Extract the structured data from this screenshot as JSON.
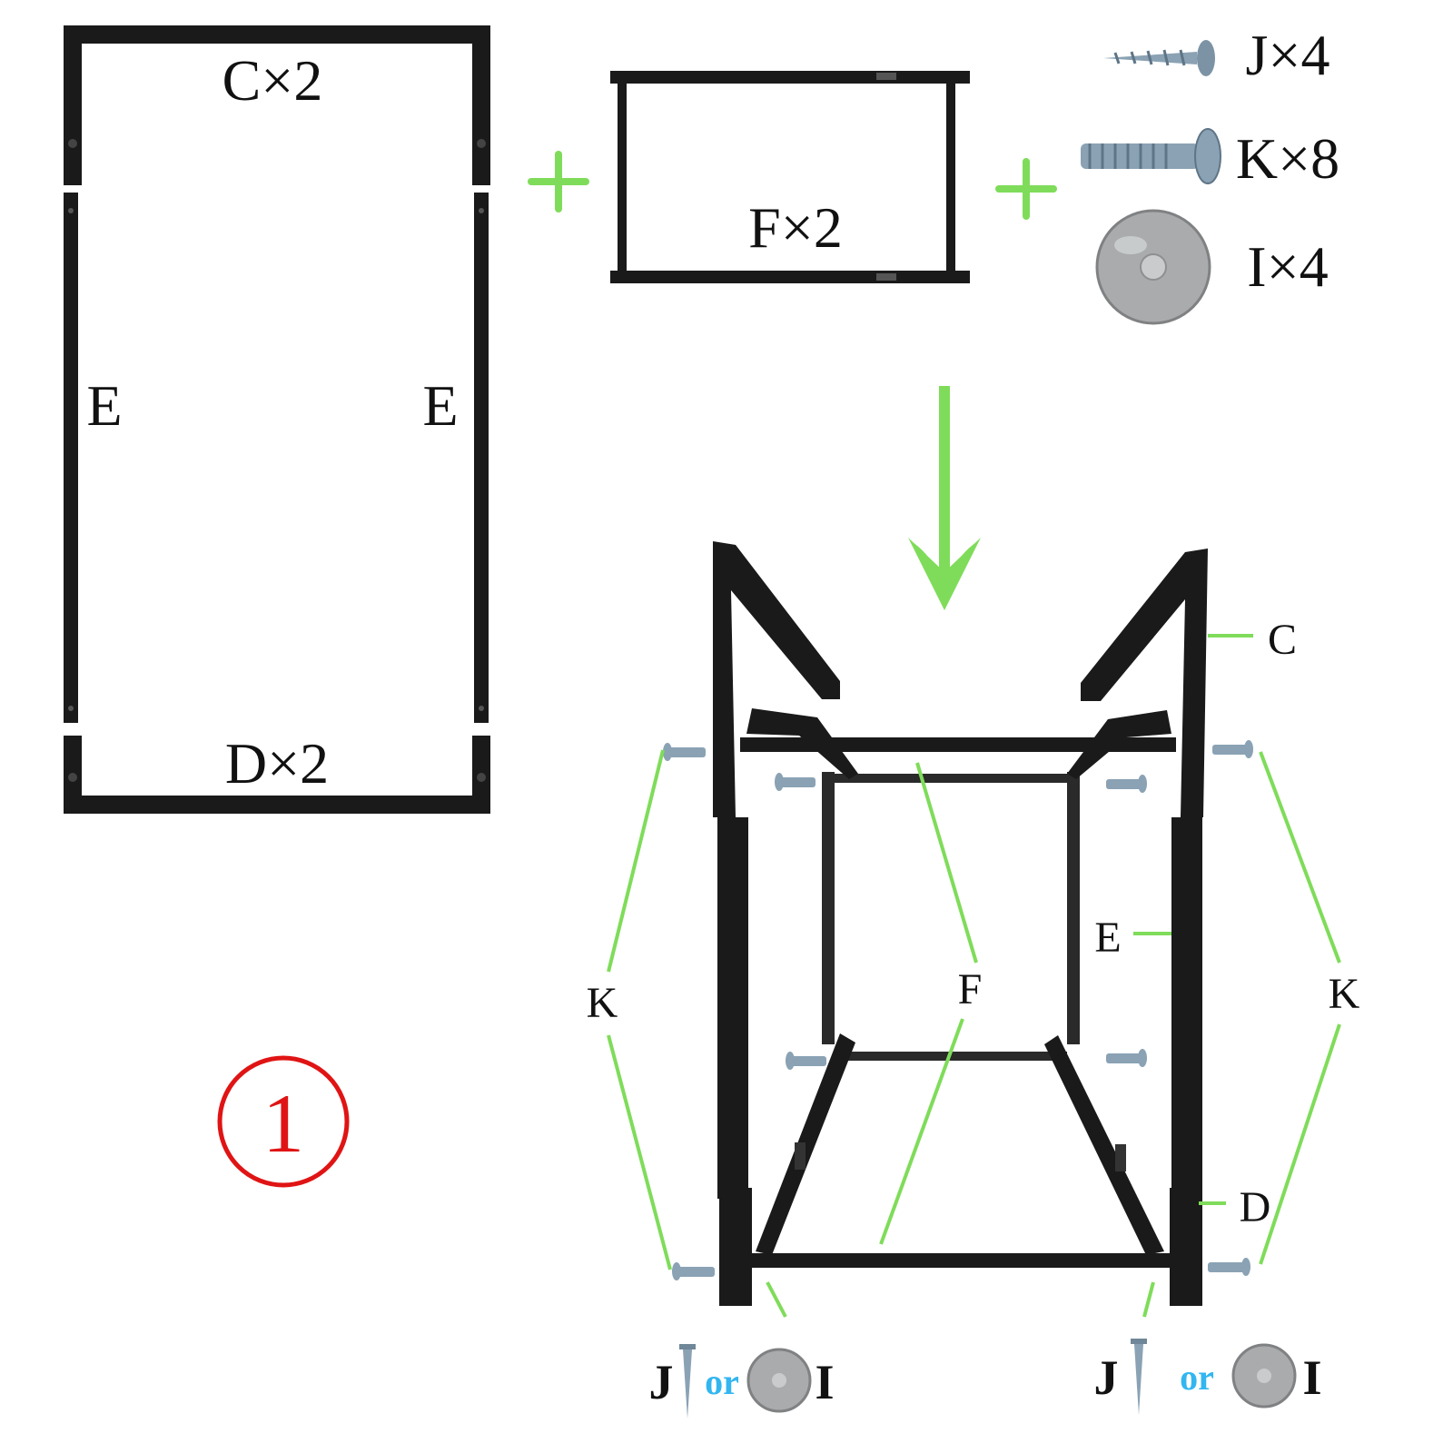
{
  "parts_panel": {
    "frame_top_label": "C×2",
    "frame_left_label": "E",
    "frame_right_label": "E",
    "frame_bottom_label": "D×2",
    "crossbar_label": "F×2"
  },
  "hardware": {
    "screw_label": "J×4",
    "bolt_label": "K×8",
    "pad_label": "I×4"
  },
  "step": {
    "number": "①",
    "color": "#e01414"
  },
  "assembly_callouts": {
    "c": "C",
    "e": "E",
    "f": "F",
    "d": "D",
    "k_left": "K",
    "k_right": "K"
  },
  "feet": {
    "left_screw": "J",
    "left_or": "or",
    "left_pad": "I",
    "right_screw": "J",
    "right_or": "or",
    "right_pad": "I",
    "or_color": "#33b6f0"
  },
  "colors": {
    "accent_green": "#7fdc5a",
    "frame_black": "#1a1a1a"
  }
}
